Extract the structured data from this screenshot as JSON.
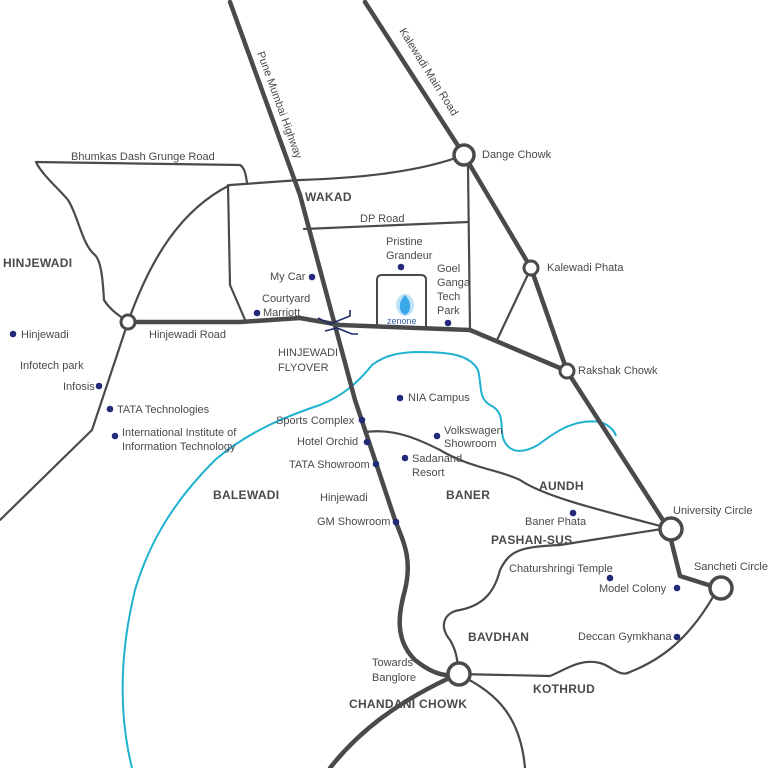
{
  "colors": {
    "road": "#4a4a4c",
    "river": "#1fb1cf",
    "poi": "#242a7a",
    "background": "#ffffff",
    "project": "#3aa8e6"
  },
  "roads": {
    "pune_mumbai_highway": "Pune Mumbai Highway",
    "kalewadi_main_road": "Kalewadi Main Road",
    "bhumkas_dash_grunge_road": "Bhumkas Dash Grunge Road",
    "dp_road": "DP Road",
    "hinjewadi_road": "Hinjewadi Road"
  },
  "areas": {
    "hinjewadi": "HINJEWADI",
    "wakad": "WAKAD",
    "balewadi": "BALEWADI",
    "baner": "BANER",
    "aundh": "AUNDH",
    "pashan_sus": "PASHAN-SUS",
    "bavdhan": "BAVDHAN",
    "kothrud": "KOTHRUD",
    "chandani_chowk": "CHANDANI CHOWK",
    "hinjewadi_flyover_1": "HINJEWADI",
    "hinjewadi_flyover_2": "FLYOVER"
  },
  "junctions": {
    "dange_chowk": "Dange Chowk",
    "kalewadi_phata": "Kalewadi Phata",
    "rakshak_chowk": "Rakshak Chowk",
    "university_circle": "University Circle",
    "sancheti_circle": "Sancheti Circle"
  },
  "pois": {
    "pristine_1": "Pristine",
    "pristine_2": "Grandeur",
    "goel_1": "Goel",
    "goel_2": "Ganga",
    "goel_3": "Tech",
    "goel_4": "Park",
    "my_car": "My Car",
    "courtyard_1": "Courtyard",
    "courtyard_2": "Marriott",
    "hinjewadi_dot": "Hinjewadi",
    "infotech_park": "Infotech park",
    "infosis": "Infosis",
    "tata_tech": "TATA Technologies",
    "iiit_1": "International Institute of",
    "iiit_2": "Information Technology",
    "nia_campus": "NIA Campus",
    "sports_complex": "Sports Complex",
    "hotel_orchid": "Hotel Orchid",
    "tata_showroom": "TATA Showroom",
    "hinjewadi_2": "Hinjewadi",
    "gm_showroom": "GM Showroom",
    "volkswagen_1": "Volkswagen",
    "volkswagen_2": "Showroom",
    "sadanand_1": "Sadanand",
    "sadanand_2": "Resort",
    "baner_phata": "Baner Phata",
    "chatushringi": "Chatursh­ringi Temple",
    "model_colony": "Model Colony",
    "deccan_gymkhana": "Deccan Gymkhana",
    "towards_1": "Towards",
    "towards_2": "Banglore"
  },
  "project": {
    "name": "zenone"
  }
}
